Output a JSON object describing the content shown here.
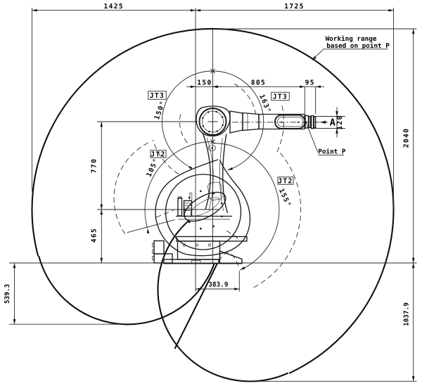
{
  "diagram": {
    "type": "industrial-robot-working-range-side-view",
    "note": {
      "line1": "Working range",
      "line2": "based on point P"
    },
    "point_label": "Point P",
    "section_label": "A",
    "joint_labels": {
      "jt2": "JT2",
      "jt3": "JT3"
    },
    "angles": {
      "jt3_left": "150°",
      "jt3_right": "163°",
      "jt2_left": "105°",
      "jt2_right": "155°"
    },
    "dimensions_mm": {
      "reach_rear": "1425",
      "reach_front": "1725",
      "shoulder_offset": "150",
      "upper_arm": "805",
      "wrist_to_flange": "95",
      "flange_width": "120",
      "lower_arm": "770",
      "shoulder_height": "465",
      "below_base_left": "539.3",
      "envelope_above_base": "2040",
      "envelope_below_base": "1037.9",
      "cusp_offset": "383.9"
    }
  }
}
